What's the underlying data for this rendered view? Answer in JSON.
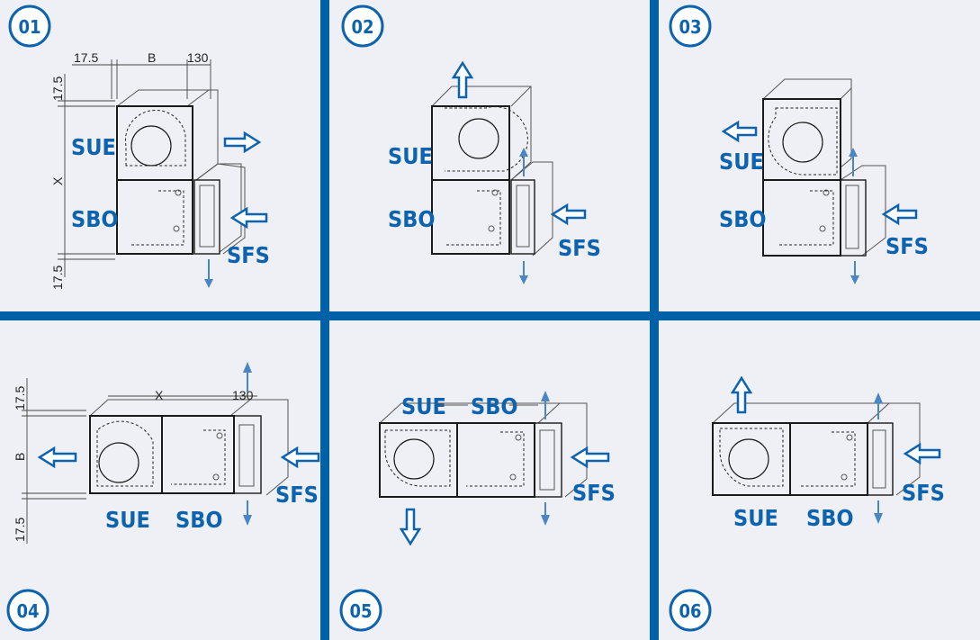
{
  "colors": {
    "accent": "#0061a6",
    "label": "#0d63ad",
    "background": "#eff0f5"
  },
  "panels": [
    {
      "badge": "01",
      "labels": {
        "top": "SUE",
        "bottom": "SBO",
        "filter": "SFS"
      },
      "dims": {
        "top": "17.5",
        "width": "B",
        "right": "130",
        "side_top": "17.5",
        "height": "X",
        "side_bottom": "17.5"
      }
    },
    {
      "badge": "02",
      "labels": {
        "top": "SUE",
        "bottom": "SBO",
        "filter": "SFS"
      }
    },
    {
      "badge": "03",
      "labels": {
        "top": "SUE",
        "bottom": "SBO",
        "filter": "SFS"
      }
    },
    {
      "badge": "04",
      "labels": {
        "left": "SUE",
        "right": "SBO",
        "filter": "SFS"
      },
      "dims": {
        "length": "X",
        "right": "130",
        "side_top": "17.5",
        "width": "B",
        "side_bottom": "17.5"
      }
    },
    {
      "badge": "05",
      "labels": {
        "left": "SUE",
        "right": "SBO",
        "filter": "SFS"
      }
    },
    {
      "badge": "06",
      "labels": {
        "left": "SUE",
        "right": "SBO",
        "filter": "SFS"
      }
    }
  ]
}
